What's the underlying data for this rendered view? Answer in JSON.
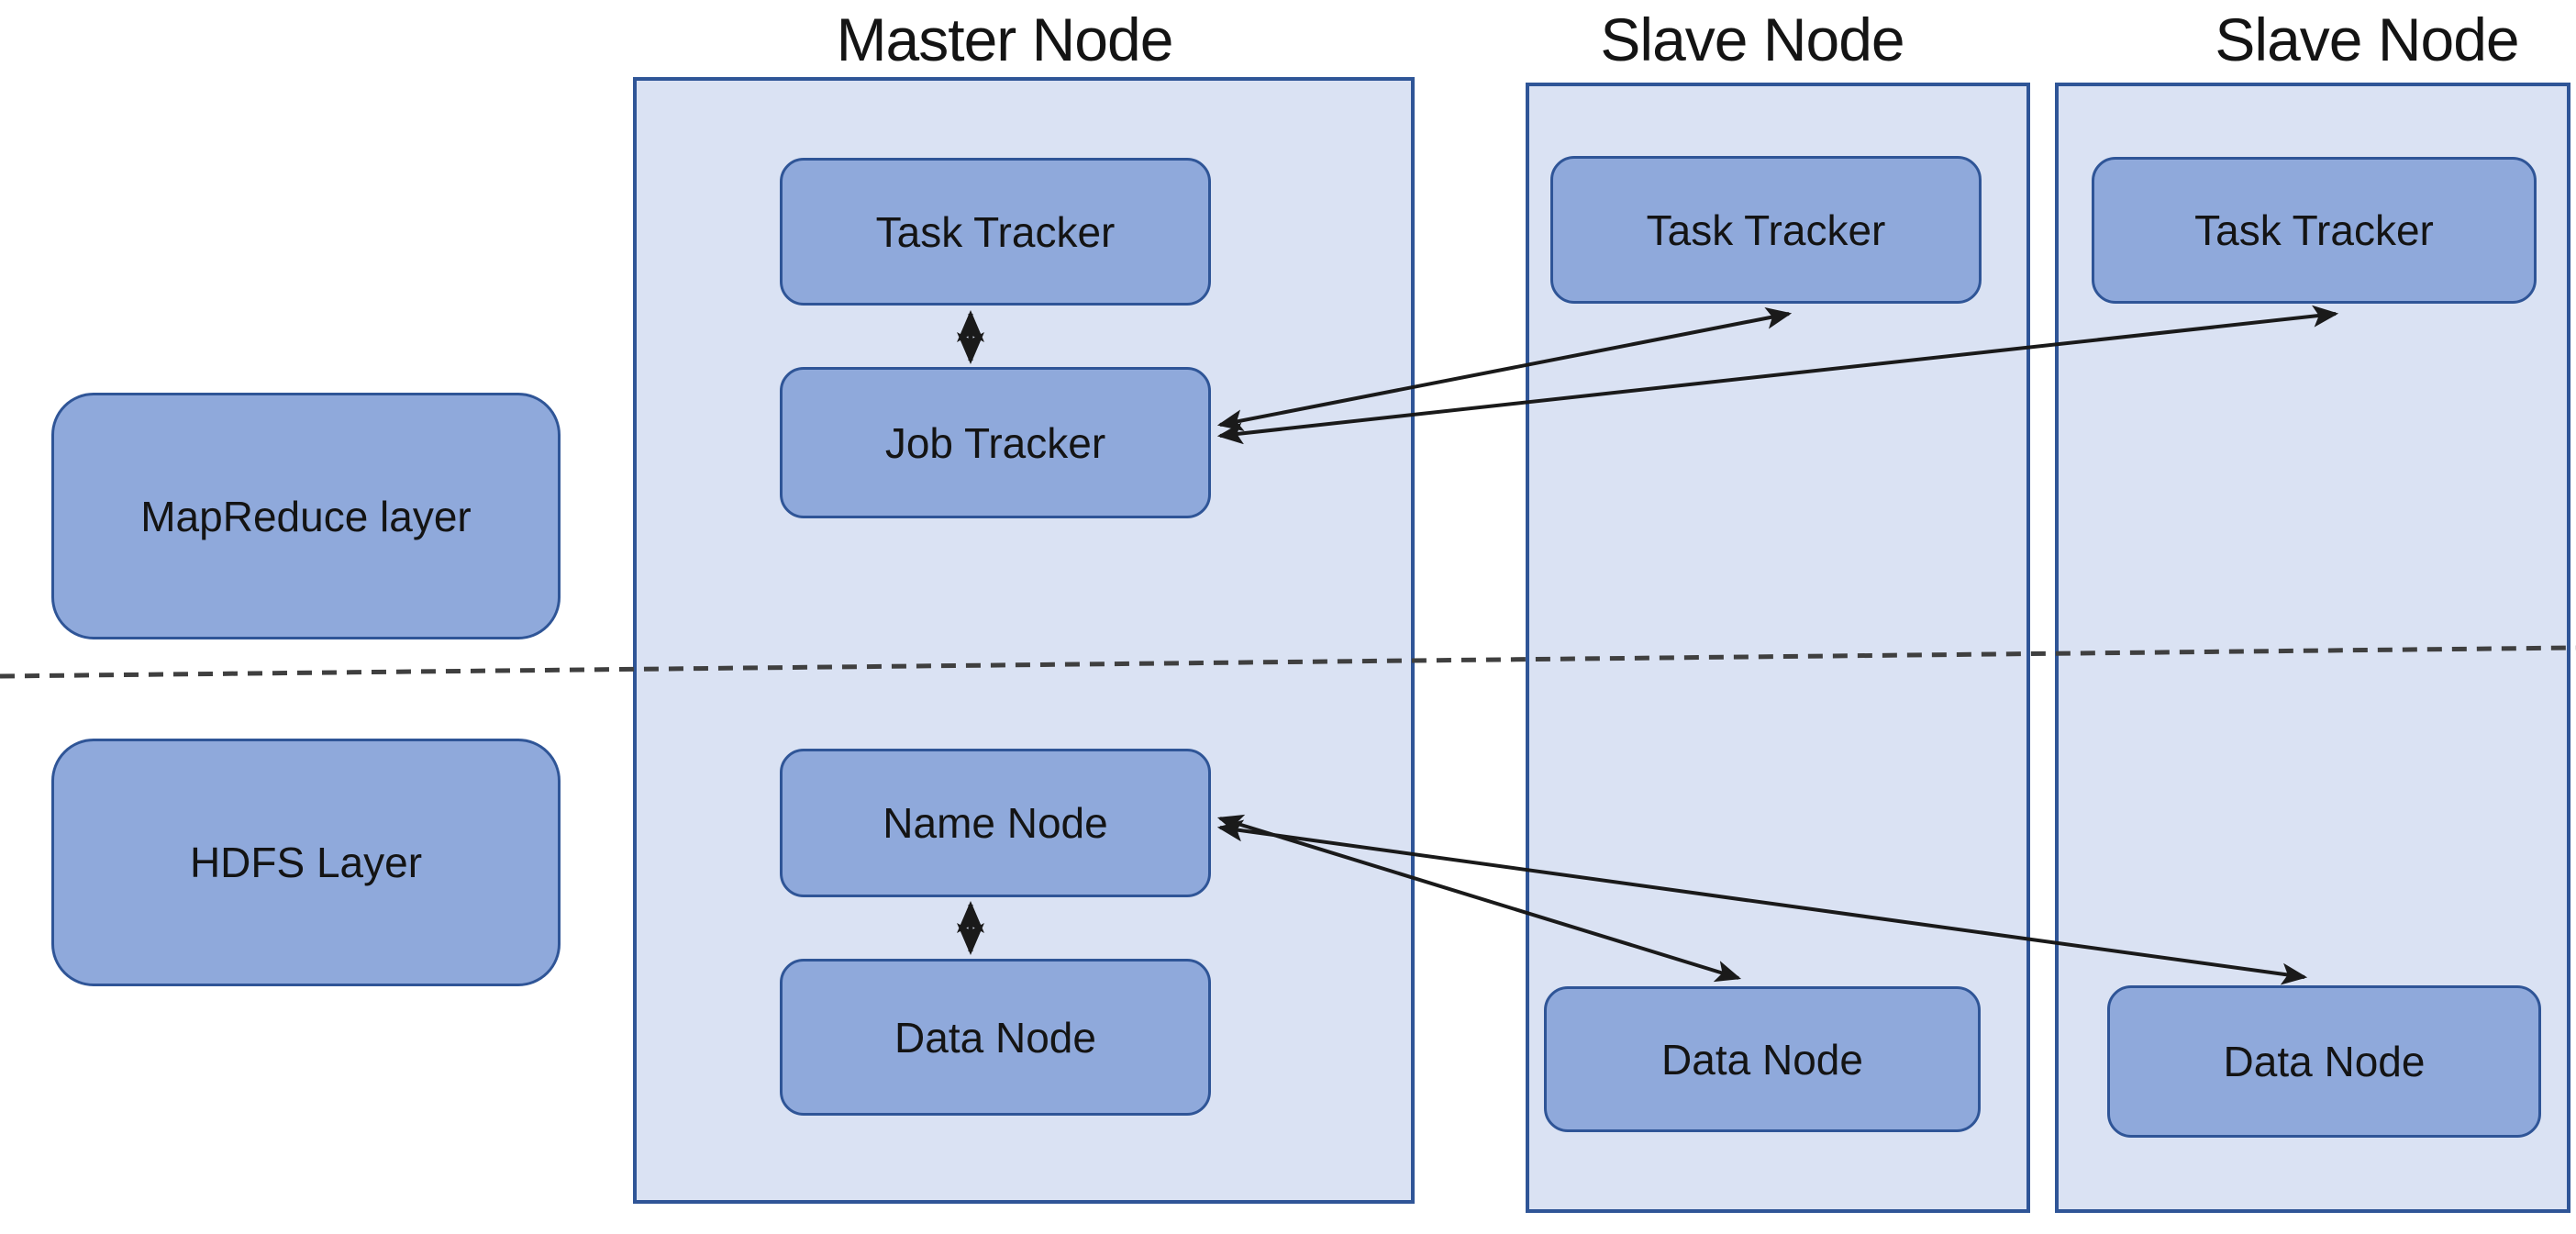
{
  "columns": {
    "master": {
      "title": "Master Node",
      "boxes": {
        "task_tracker": "Task Tracker",
        "job_tracker": "Job Tracker",
        "name_node": "Name Node",
        "data_node": "Data Node"
      }
    },
    "slave1": {
      "title": "Slave Node",
      "boxes": {
        "task_tracker": "Task Tracker",
        "data_node": "Data Node"
      }
    },
    "slave2": {
      "title": "Slave Node",
      "boxes": {
        "task_tracker": "Task Tracker",
        "data_node": "Data Node"
      }
    }
  },
  "layers": {
    "mapreduce": "MapReduce layer",
    "hdfs": "HDFS Layer"
  },
  "colors": {
    "background": "#ffffff",
    "container_fill": "#dae2f3",
    "container_border": "#2f5597",
    "box_fill": "#8fa9db",
    "box_border": "#2f5597",
    "arrow": "#1a1a1a",
    "dashed_divider": "#3f3f3f",
    "text": "#141414"
  }
}
